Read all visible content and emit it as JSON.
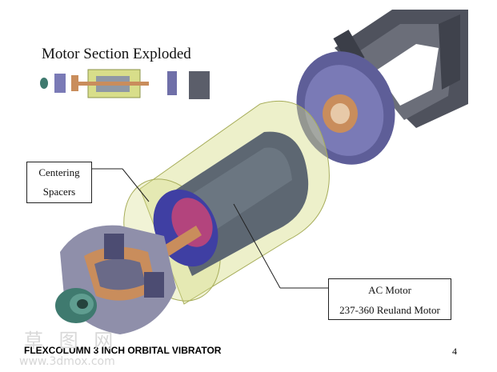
{
  "diagram": {
    "title": "Motor Section Exploded",
    "callouts": {
      "centering_spacers": {
        "line1": "Centering",
        "line2": "Spacers"
      },
      "ac_motor": {
        "line1": "AC Motor",
        "line2": "237-360 Reuland Motor"
      }
    },
    "footer": "FLEXCOLUMN 3 INCH ORBITAL VIBRATOR",
    "page_number": "4",
    "watermark": {
      "glyphs": "草 图 网",
      "url": "www.3dmox.com"
    },
    "colors": {
      "housing": "#5b5e6a",
      "flange": "#6f6fa8",
      "copper": "#c98d5c",
      "translucent_shell": "#d8de8a",
      "motor_body": "#5d6772",
      "coupling": "#3f7a6f"
    }
  }
}
